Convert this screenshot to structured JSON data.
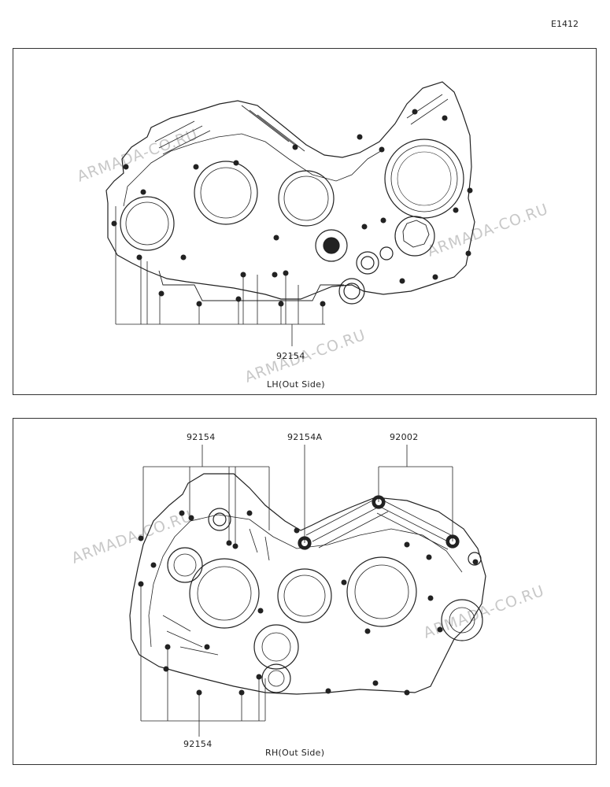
{
  "figure_id": "E1412",
  "watermark": "ARMADA-CO.RU",
  "top_panel": {
    "caption": "LH(Out Side)",
    "callouts": [
      {
        "text": "92154"
      }
    ]
  },
  "bottom_panel": {
    "caption": "RH(Out Side)",
    "callouts": [
      {
        "text": "92154"
      },
      {
        "text": "92154A"
      },
      {
        "text": "92002"
      },
      {
        "text": "92154"
      }
    ]
  }
}
